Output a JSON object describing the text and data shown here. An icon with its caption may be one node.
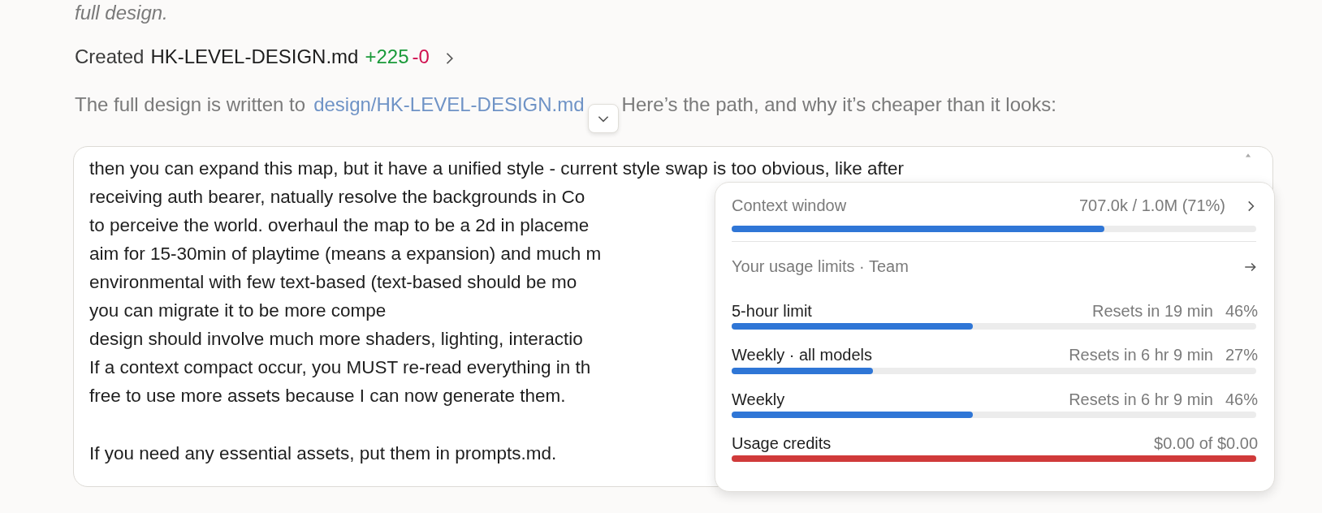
{
  "diagram": {
    "labels": [
      "full design.",
      "Created",
      "HK-LEVEL-DESIGN.md",
      "+225",
      "-0",
      "The full design is written to",
      "design/HK-LEVEL-DESIGN.md",
      "Here’s the path, and why it’s cheaper than it looks:",
      "then you can expand this map, but it have a unified style - current style swap is too obvious, like after",
      "receiving auth bearer, natually resolve the backgrounds in Co",
      "to perceive the world. overhaul the map to be a 2d in placeme",
      "aim for 15-30min of playtime (means a expansion) and much m",
      "environmental with few text-based (text-based should be mo",
      "you can migrate it to be more compe",
      "design should involve much more shaders, lighting, interactio",
      "If a context compact occur, you MUST re-read everything in th",
      "free to use more assets because I can now generate them.",
      "If you need any essential assets, put them in prompts.md.",
      "Context window",
      "707.0k / 1.0M (71%)",
      "Your usage limits · Team",
      "5-hour limit",
      "Resets in 19 min",
      "46%",
      "Weekly · all models",
      "Resets in 6 hr 9 min",
      "27%",
      "Weekly",
      "Resets in 6 hr 9 min",
      "46%",
      "Usage credits",
      "$0.00 of $0.00"
    ]
  }
}
